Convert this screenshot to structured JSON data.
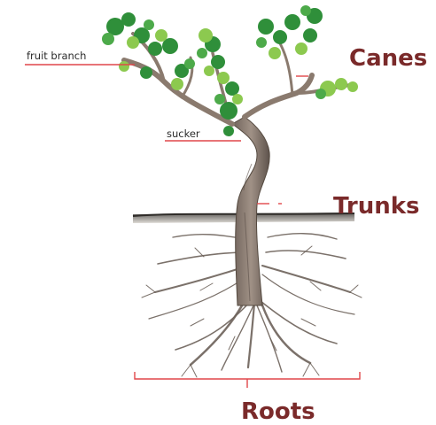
{
  "labels": {
    "fruit_branch": "fruit branch",
    "sucker": "sucker",
    "canes": "Canes",
    "trunks": "Trunks",
    "roots": "Roots"
  },
  "colors": {
    "label_accent": "#7a2a2a",
    "pointer_line": "#e0474a",
    "leaf_dark": "#2f8f3a",
    "leaf_light": "#8cc94f",
    "wood": "#8a7a6e",
    "soil": "#4a4640"
  }
}
